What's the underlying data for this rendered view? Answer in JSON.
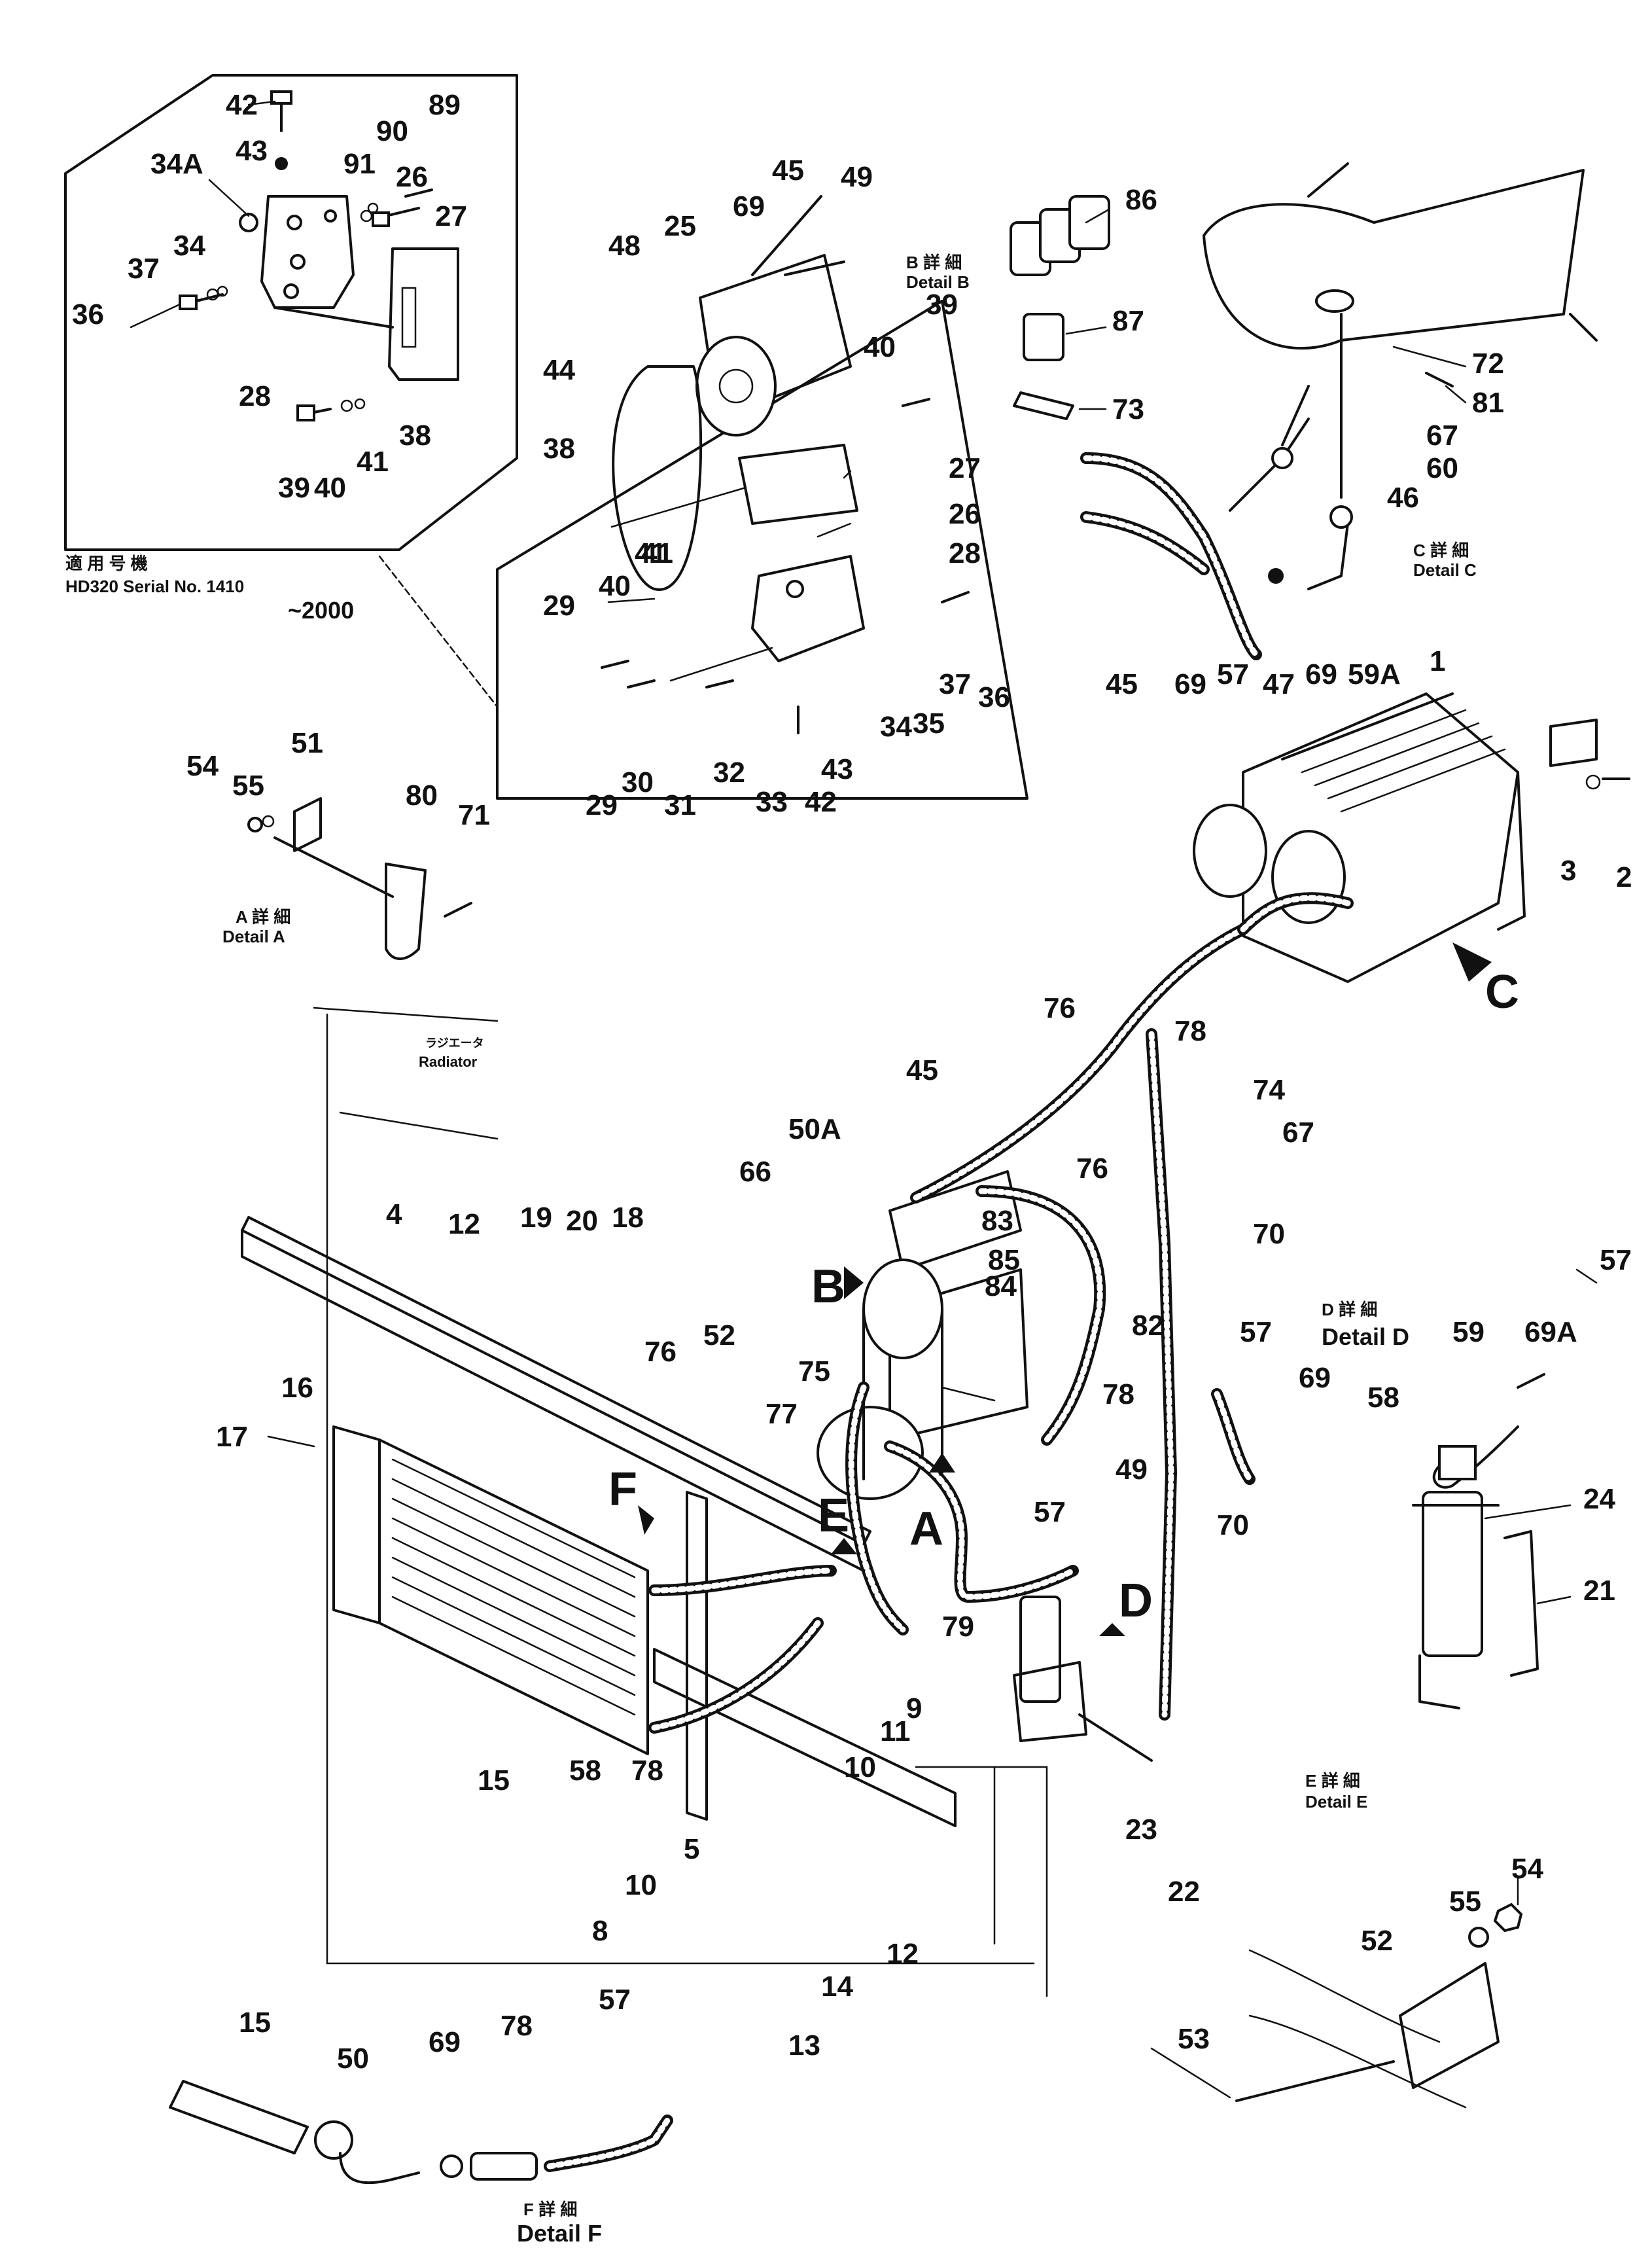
{
  "details": {
    "detail_a": {
      "jp": "A 詳 細",
      "en": "Detail A"
    },
    "detail_b": {
      "jp": "B 詳 細",
      "en": "Detail B"
    },
    "detail_c": {
      "jp": "C 詳 細",
      "en": "Detail C"
    },
    "detail_d": {
      "jp": "D 詳 細",
      "en": "Detail D"
    },
    "detail_e": {
      "jp": "E 詳 細",
      "en": "Detail E"
    },
    "detail_f": {
      "jp": "F 詳 細",
      "en": "Detail F"
    }
  },
  "applicability": {
    "jp": "適 用 号 機",
    "line1": "HD320 Serial No. 1410",
    "line2": "~2000"
  },
  "radiator": {
    "jp": "ラジエータ",
    "en": "Radiator"
  },
  "view_markers": [
    "A",
    "B",
    "C",
    "D",
    "E",
    "F"
  ],
  "callouts": [
    "42",
    "43",
    "34A",
    "91",
    "90",
    "89",
    "26",
    "27",
    "34",
    "37",
    "36",
    "28",
    "38",
    "39",
    "40",
    "41",
    "45",
    "69",
    "25",
    "48",
    "49",
    "44",
    "38",
    "41",
    "40",
    "39",
    "27",
    "26",
    "28",
    "29",
    "41",
    "40",
    "29",
    "30",
    "31",
    "32",
    "33",
    "34",
    "35",
    "37",
    "36",
    "43",
    "42",
    "86",
    "87",
    "73",
    "72",
    "81",
    "67",
    "60",
    "46",
    "45",
    "69",
    "57",
    "47",
    "69",
    "59A",
    "54",
    "55",
    "51",
    "80",
    "71",
    "1",
    "3",
    "2",
    "76",
    "78",
    "74",
    "67",
    "45",
    "50A",
    "76",
    "66",
    "83",
    "85",
    "84",
    "82",
    "70",
    "57",
    "69",
    "59",
    "69A",
    "57",
    "58",
    "24",
    "21",
    "78",
    "49",
    "75",
    "77",
    "57",
    "70",
    "52",
    "76",
    "4",
    "12",
    "19",
    "20",
    "18",
    "16",
    "17",
    "15",
    "58",
    "78",
    "10",
    "11",
    "9",
    "5",
    "10",
    "8",
    "12",
    "14",
    "13",
    "79",
    "23",
    "22",
    "54",
    "55",
    "52",
    "53",
    "15",
    "50",
    "69",
    "78",
    "57"
  ]
}
